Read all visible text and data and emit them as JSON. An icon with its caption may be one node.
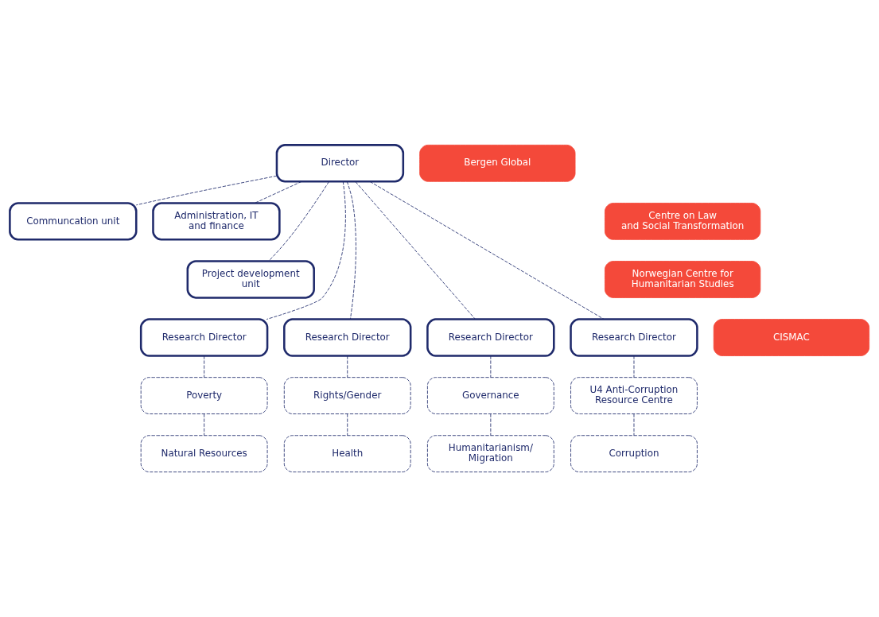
{
  "diagram": {
    "nodes": [
      {
        "text": [
          "Director"
        ]
      },
      {
        "text": [
          "Communcation unit"
        ]
      },
      {
        "text": [
          "Administration, IT and finance"
        ]
      },
      {
        "text": [
          "Project development unit"
        ]
      },
      {
        "text": [
          "Research Director"
        ]
      },
      {
        "text": [
          "Research Director"
        ]
      },
      {
        "text": [
          "Research Director"
        ]
      },
      {
        "text": [
          "Research Director"
        ]
      },
      {
        "text": [
          "Poverty"
        ]
      },
      {
        "text": [
          "Rights/Gender"
        ]
      },
      {
        "text": [
          "Governance"
        ]
      },
      {
        "text": [
          "U4 Anti-Corruption Resource Centre"
        ]
      },
      {
        "text": [
          "Natural Resources"
        ]
      },
      {
        "text": [
          "Health"
        ]
      },
      {
        "text": [
          "Humanitarianism/ Migration"
        ]
      },
      {
        "text": [
          "Corruption"
        ]
      },
      {
        "text": [
          "Bergen Global"
        ]
      },
      {
        "text": [
          "Centre on Law and Social Transformation"
        ]
      },
      {
        "text": [
          "Norwegian Centre for Humanitarian Studies"
        ]
      },
      {
        "text": [
          "CISMAC"
        ]
      }
    ],
    "edges": [
      {
        "from": 0,
        "to": 1,
        "arrow": "none",
        "style": "dashed"
      },
      {
        "from": 0,
        "to": 2,
        "arrow": "none",
        "style": "dashed"
      },
      {
        "from": 0,
        "to": 3,
        "arrow": "none",
        "style": "dashed"
      },
      {
        "from": 0,
        "to": 4,
        "arrow": "none",
        "style": "dashed"
      },
      {
        "from": 0,
        "to": 5,
        "arrow": "none",
        "style": "dashed"
      },
      {
        "from": 0,
        "to": 6,
        "arrow": "none",
        "style": "dashed"
      },
      {
        "from": 0,
        "to": 7,
        "arrow": "none",
        "style": "dashed"
      },
      {
        "from": 4,
        "to": 8,
        "arrow": "none",
        "style": "dashed"
      },
      {
        "from": 5,
        "to": 9,
        "arrow": "none",
        "style": "dashed"
      },
      {
        "from": 6,
        "to": 10,
        "arrow": "none",
        "style": "dashed"
      },
      {
        "from": 7,
        "to": 11,
        "arrow": "none",
        "style": "dashed"
      },
      {
        "from": 8,
        "to": 12,
        "arrow": "none",
        "style": "dashed"
      },
      {
        "from": 9,
        "to": 13,
        "arrow": "none",
        "style": "dashed"
      },
      {
        "from": 10,
        "to": 14,
        "arrow": "none",
        "style": "dashed"
      },
      {
        "from": 11,
        "to": 15,
        "arrow": "none",
        "style": "dashed"
      }
    ]
  }
}
